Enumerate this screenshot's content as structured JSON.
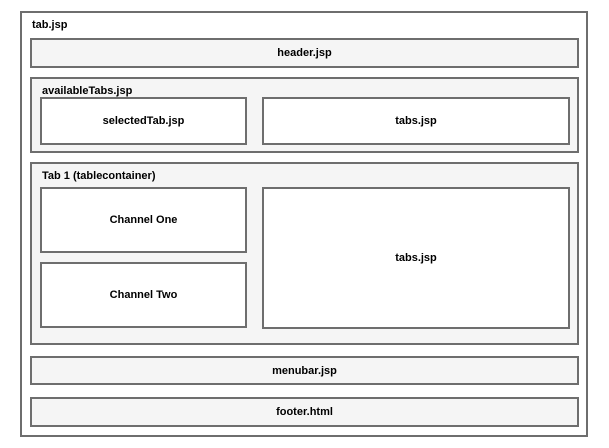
{
  "diagram": {
    "title": "tab.jsp",
    "header": {
      "label": "header.jsp"
    },
    "available_tabs": {
      "label": "availableTabs.jsp",
      "selected_tab": {
        "label": "selectedTab.jsp"
      },
      "tabs": {
        "label": "tabs.jsp"
      }
    },
    "tab1": {
      "label": "Tab 1 (tablecontainer)",
      "channel_one": {
        "label": "Channel One"
      },
      "channel_two": {
        "label": "Channel Two"
      },
      "tabs": {
        "label": "tabs.jsp"
      }
    },
    "menubar": {
      "label": "menubar.jsp"
    },
    "footer": {
      "label": "footer.html"
    }
  },
  "colors": {
    "border": "#6e6e6e",
    "section_fill": "#f5f5f5",
    "box_fill": "#ffffff",
    "text": "#000000",
    "page_background": "#ffffff"
  }
}
